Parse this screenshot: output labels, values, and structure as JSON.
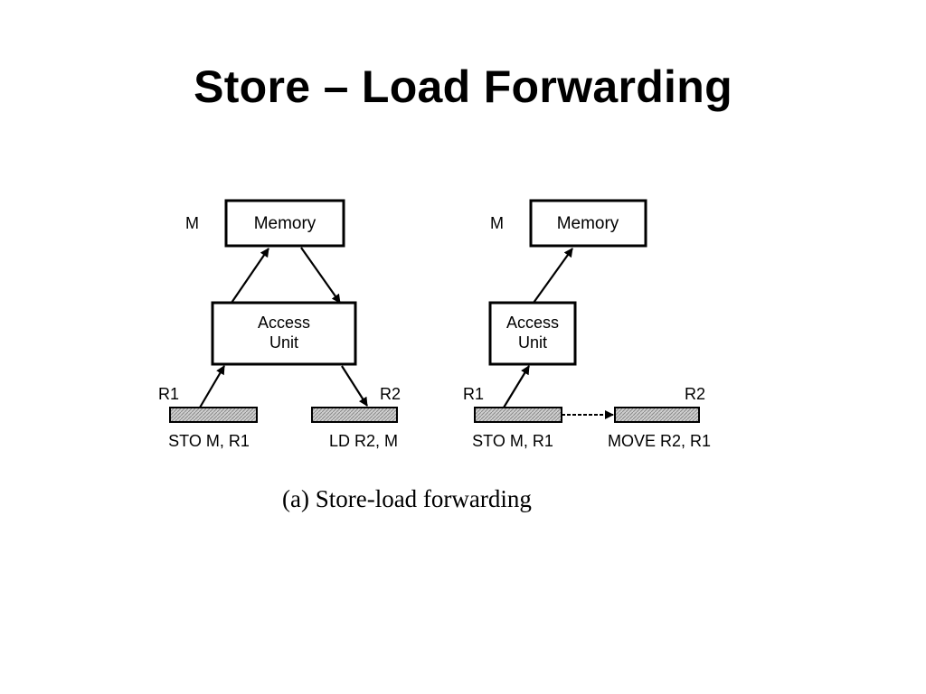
{
  "slide": {
    "title": "Store – Load Forwarding"
  },
  "caption": "(a) Store-load forwarding",
  "left_diagram": {
    "memory_label": "M",
    "memory_box": "Memory",
    "access_unit_line1": "Access",
    "access_unit_line2": "Unit",
    "reg_src": "R1",
    "reg_dst": "R2",
    "instr_store": "STO M, R1",
    "instr_load": "LD R2, M"
  },
  "right_diagram": {
    "memory_label": "M",
    "memory_box": "Memory",
    "access_unit_line1": "Access",
    "access_unit_line2": "Unit",
    "reg_src": "R1",
    "reg_dst": "R2",
    "instr_store": "STO M, R1",
    "instr_move": "MOVE R2, R1"
  },
  "colors": {
    "line": "#000000",
    "instr_bar_fill": "#c8c8c8",
    "background": "#ffffff"
  }
}
